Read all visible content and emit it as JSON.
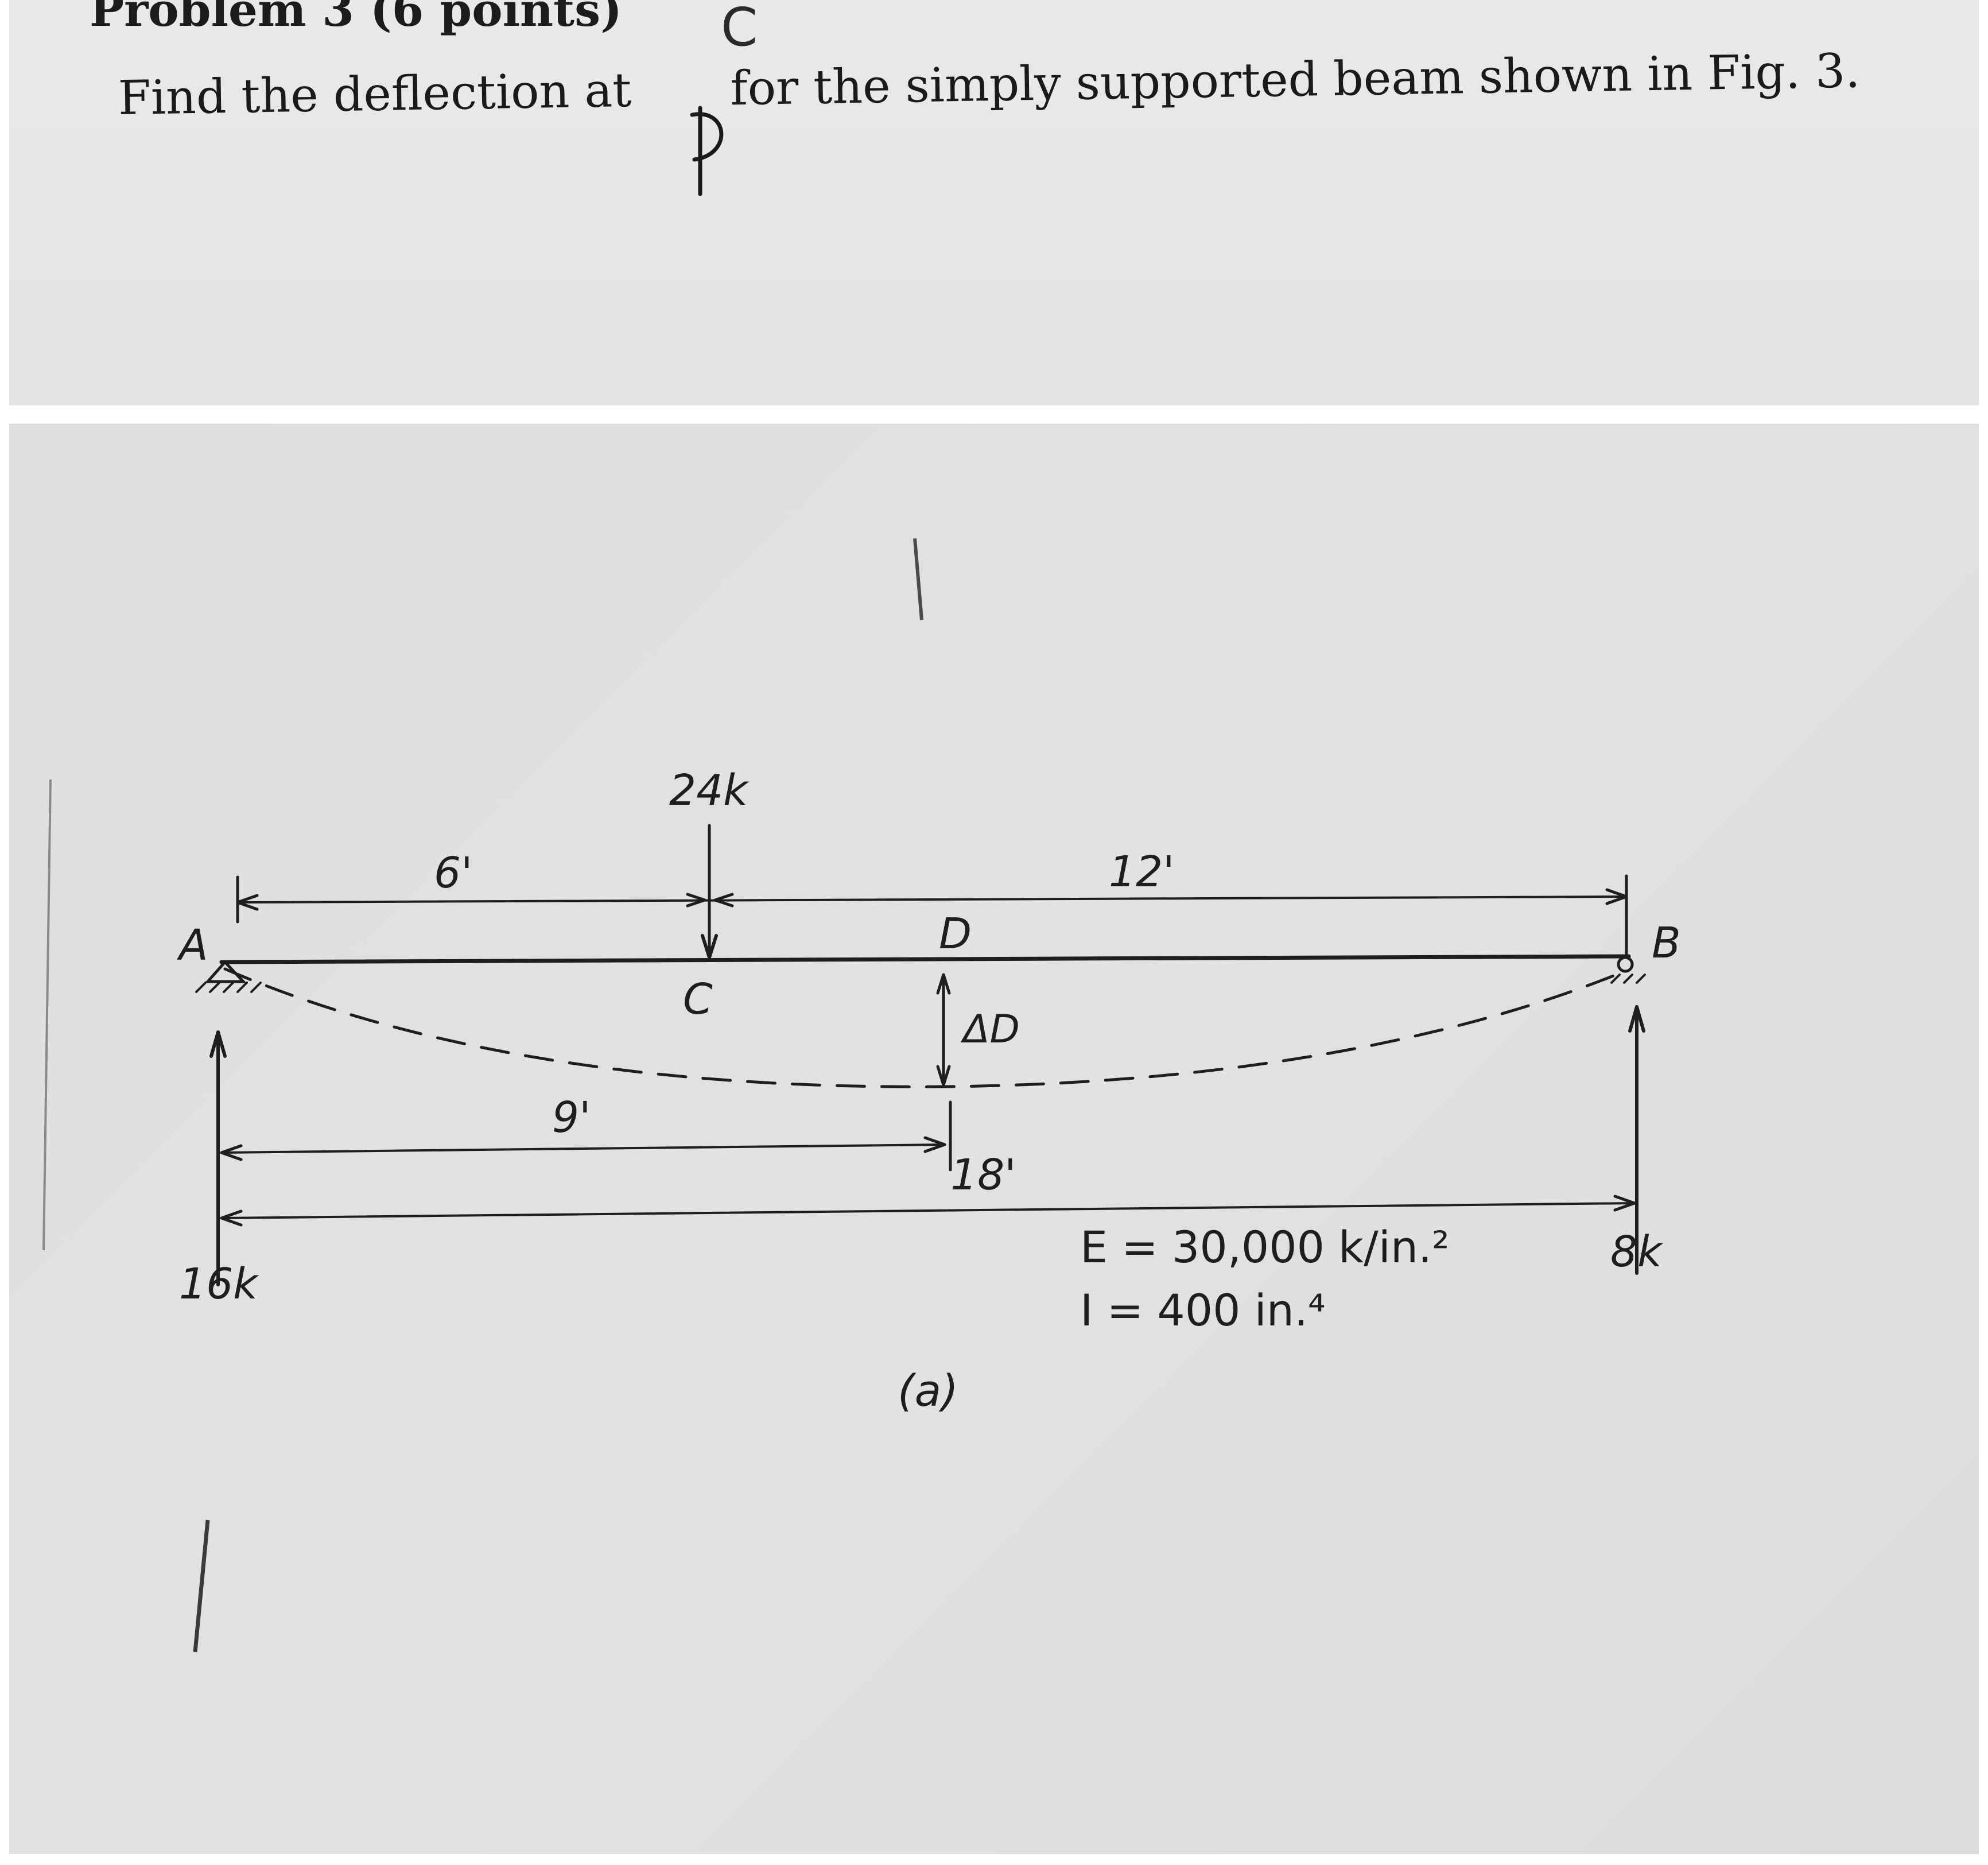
{
  "header": {
    "problem_label": "Problem 3 (6 points)",
    "handwritten_mark": "C"
  },
  "question": {
    "before": "Find the deflection at",
    "after": "for the simply supported beam shown in Fig. 3.",
    "handwritten_point": "D"
  },
  "figure": {
    "support_left": "A",
    "support_right": "B",
    "point_c": "C",
    "point_d": "D",
    "load": "24k",
    "reaction_left": "16k",
    "reaction_right": "8k",
    "dim_ac": "6'",
    "dim_cb": "12'",
    "dim_ad": "9'",
    "dim_ab": "18'",
    "deflection": "ΔD",
    "modulus": "E = 30,000 k/in.²",
    "inertia": "I = 400 in.⁴",
    "caption": "(a)"
  }
}
